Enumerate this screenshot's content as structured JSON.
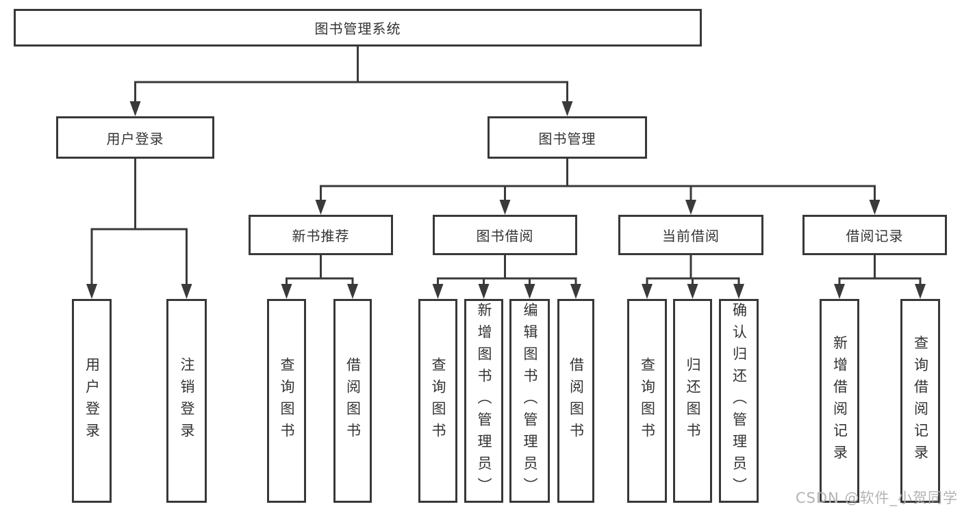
{
  "diagram_title": "图书管理系统",
  "tree": {
    "label": "图书管理系统",
    "children": [
      {
        "label": "用户登录",
        "children": [
          {
            "label": "用户登录"
          },
          {
            "label": "注销登录"
          }
        ]
      },
      {
        "label": "图书管理",
        "children": [
          {
            "label": "新书推荐",
            "children": [
              {
                "label": "查询图书"
              },
              {
                "label": "借阅图书"
              }
            ]
          },
          {
            "label": "图书借阅",
            "children": [
              {
                "label": "查询图书"
              },
              {
                "label": "新增图书（管理员）"
              },
              {
                "label": "编辑图书（管理员）"
              },
              {
                "label": "借阅图书"
              }
            ]
          },
          {
            "label": "当前借阅",
            "children": [
              {
                "label": "查询图书"
              },
              {
                "label": "归还图书"
              },
              {
                "label": "确认归还（管理员）"
              }
            ]
          },
          {
            "label": "借阅记录",
            "children": [
              {
                "label": "新增借阅记录"
              },
              {
                "label": "查询借阅记录"
              }
            ]
          }
        ]
      }
    ]
  },
  "watermark": {
    "text": "CSDN @软件_小贺同学"
  },
  "colors": {
    "box_border": "#383838",
    "connector": "#3a3a3a",
    "text": "#333333",
    "watermark": "#b3b3b3",
    "background": "#ffffff"
  }
}
